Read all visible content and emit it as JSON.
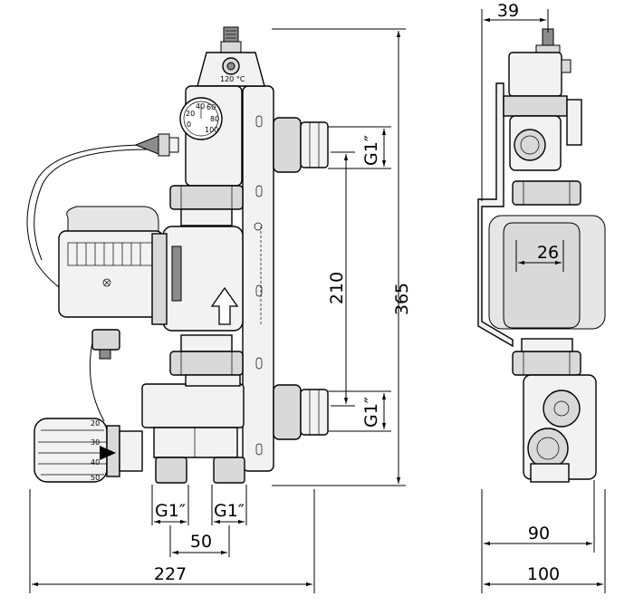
{
  "dimensions": {
    "width_front": "227",
    "connection_spacing": "50",
    "thread_left_1": "G1″",
    "thread_left_2": "G1″",
    "height_total": "365",
    "distance_ports": "210",
    "thread_right_top": "G1″",
    "thread_right_bottom": "G1″",
    "side_top": "39",
    "side_axis": "26",
    "side_width_90": "90",
    "side_width_100": "100"
  },
  "labels": {
    "thermometer_temp": "120 °C",
    "gauge_scale_40": "40",
    "gauge_scale_60": "60",
    "gauge_scale_20": "20",
    "gauge_scale_80": "80",
    "gauge_scale_0": "0",
    "gauge_scale_100": "100",
    "thermo_head_20": "20",
    "thermo_head_30": "30",
    "thermo_head_40": "40",
    "thermo_head_50": "50"
  },
  "colors": {
    "stroke": "#000000",
    "fill_light": "#f2f2f2",
    "fill_mid": "#d9d9d9",
    "fill_dark": "#8c8c8c",
    "fill_shadow": "#e6e6e6"
  }
}
